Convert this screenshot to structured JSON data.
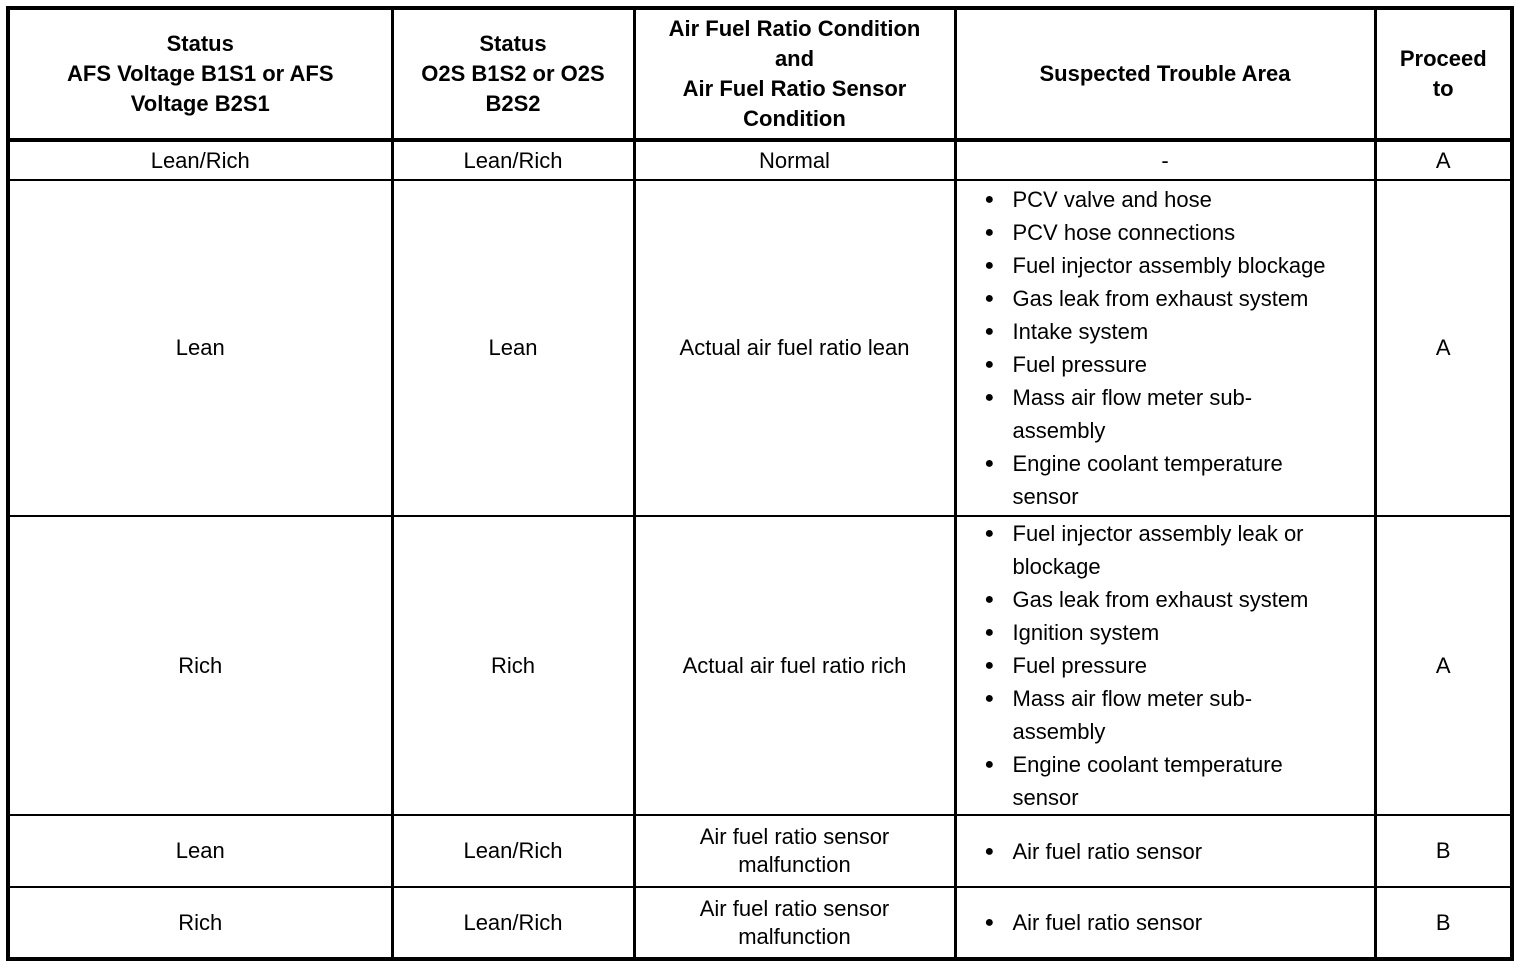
{
  "document": {
    "background": "#ffffff",
    "text_color": "#000000",
    "border_color": "#000000",
    "bullet_icon": "●"
  },
  "table": {
    "headers": [
      {
        "id": "afs-status",
        "lines": [
          "Status",
          "AFS Voltage B1S1 or AFS Voltage B2S1"
        ]
      },
      {
        "id": "o2s-status",
        "lines": [
          "Status",
          "O2S B1S2 or O2S B2S2"
        ]
      },
      {
        "id": "condition",
        "lines": [
          "Air Fuel Ratio Condition",
          "and",
          "Air Fuel Ratio Sensor Condition"
        ]
      },
      {
        "id": "trouble-area",
        "lines": [
          "Suspected Trouble Area"
        ]
      },
      {
        "id": "proceed-to",
        "lines": [
          "Proceed to"
        ]
      }
    ],
    "rows": [
      {
        "afs": "Lean/Rich",
        "o2s": "Lean/Rich",
        "condition": "Normal",
        "trouble": "-",
        "proceed": "A"
      },
      {
        "afs": "Lean",
        "o2s": "Lean",
        "condition": "Actual air fuel ratio lean",
        "trouble": [
          "PCV valve and hose",
          "PCV hose connections",
          "Fuel injector assembly blockage",
          "Gas leak from exhaust system",
          "Intake system",
          "Fuel pressure",
          "Mass air flow meter sub-assembly",
          "Engine coolant temperature sensor"
        ],
        "proceed": "A"
      },
      {
        "afs": "Rich",
        "o2s": "Rich",
        "condition": "Actual air fuel ratio rich",
        "trouble": [
          "Fuel injector assembly leak or blockage",
          "Gas leak from exhaust system",
          "Ignition system",
          "Fuel pressure",
          "Mass air flow meter sub-assembly",
          "Engine coolant temperature sensor"
        ],
        "proceed": "A"
      },
      {
        "afs": "Lean",
        "o2s": "Lean/Rich",
        "condition": "Air fuel ratio sensor malfunction",
        "trouble": [
          "Air fuel ratio sensor"
        ],
        "proceed": "B"
      },
      {
        "afs": "Rich",
        "o2s": "Lean/Rich",
        "condition": "Air fuel ratio sensor malfunction",
        "trouble": [
          "Air fuel ratio sensor"
        ],
        "proceed": "B"
      }
    ]
  }
}
